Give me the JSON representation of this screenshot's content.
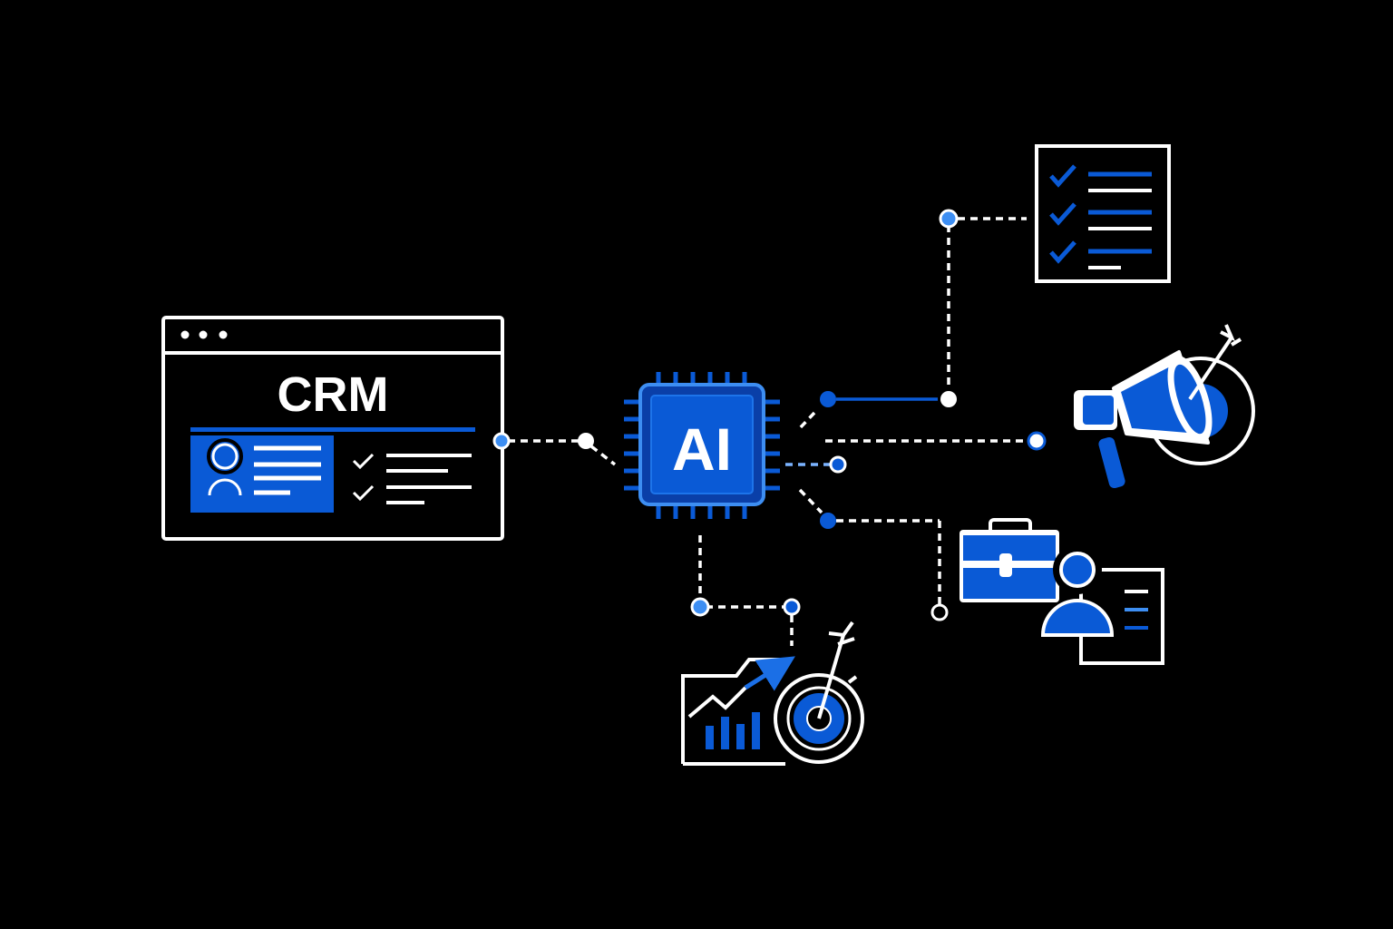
{
  "crm_window": {
    "title": "CRM",
    "icon": "browser-window-icon",
    "profile_icon": "user-profile-icon",
    "checklist_icon": "check-icon"
  },
  "ai_chip": {
    "label": "AI",
    "icon": "processor-chip-icon"
  },
  "outputs": [
    {
      "name": "task-checklist",
      "icon": "checklist-icon"
    },
    {
      "name": "marketing-campaign",
      "icon": "megaphone-target-icon"
    },
    {
      "name": "sales-business",
      "icon": "briefcase-contact-icon"
    },
    {
      "name": "growth-goals",
      "icon": "chart-target-icon"
    }
  ],
  "colors": {
    "background": "#000000",
    "line": "#ffffff",
    "accent": "#0a5ad6",
    "accent_light": "#3d8ef2"
  }
}
